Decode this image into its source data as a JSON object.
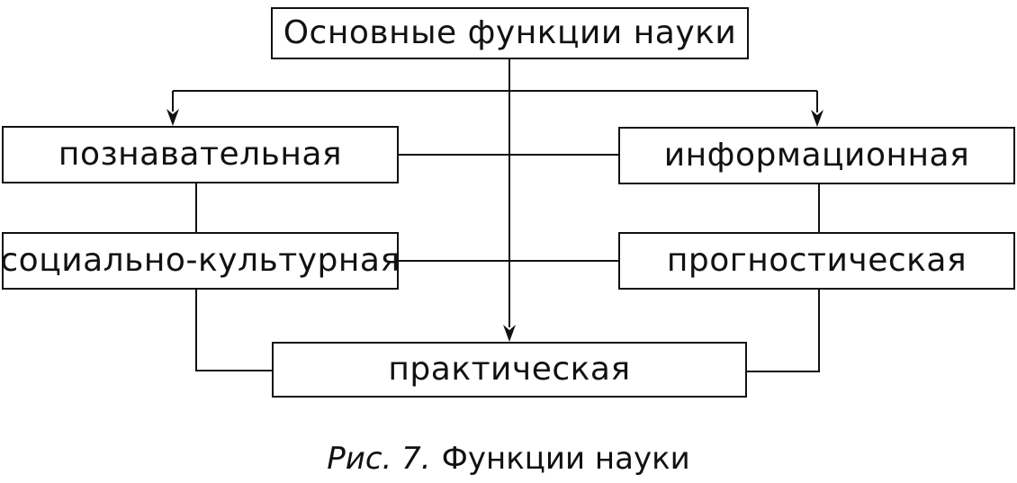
{
  "diagram": {
    "title": "Основные функции науки",
    "nodes": {
      "cognitive": {
        "label": "познавательная"
      },
      "informational": {
        "label": "информационная"
      },
      "socio_cultural": {
        "label": "социально-культурная"
      },
      "prognostic": {
        "label": "прогностическая"
      },
      "practical": {
        "label": "практическая"
      }
    },
    "caption": {
      "figure_label": "Рис. 7.",
      "text": "Функции науки"
    },
    "colors": {
      "ink": "#111111",
      "background": "#ffffff",
      "box_fill": "#ffffff"
    }
  }
}
